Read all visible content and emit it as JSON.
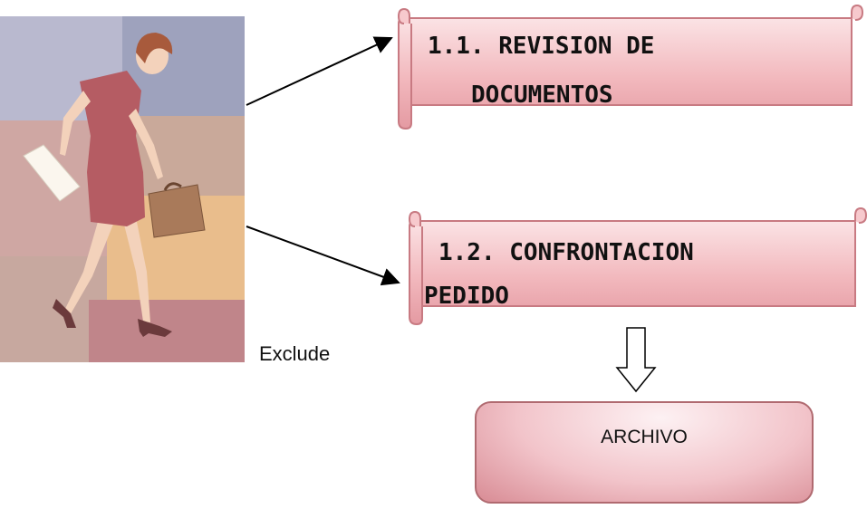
{
  "boxes": {
    "revision": {
      "line1": "1.1.   REVISION DE",
      "line2": "DOCUMENTOS"
    },
    "confrontacion": {
      "line1": "1.2. CONFRONTACION",
      "line2": "PEDIDO"
    },
    "archivo": {
      "label": "ARCHIVO"
    }
  },
  "illustration": {
    "caption": "Exclude"
  },
  "colors": {
    "scroll_fill": "#f2b8bd",
    "scroll_stroke": "#c87a82",
    "archivo_fill": "#f2c4ca"
  }
}
